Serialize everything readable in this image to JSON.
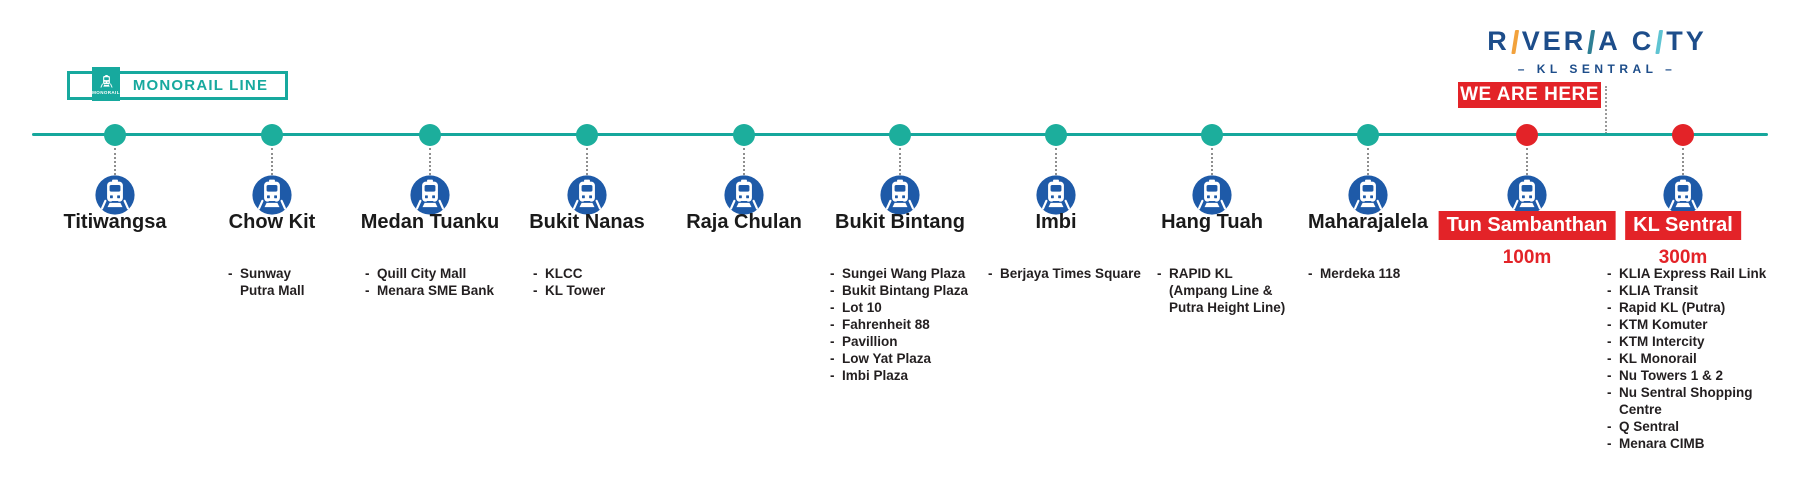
{
  "badge": {
    "label": "MONORAIL LINE",
    "icon_caption": "MONORAIL"
  },
  "logo": {
    "letters": [
      "R",
      "VER",
      "A",
      "C",
      "TY"
    ],
    "subtitle": "– KL SENTRAL –"
  },
  "here_label": "WE ARE HERE",
  "colors": {
    "accent_teal": "#16a79c",
    "highlight_red": "#e32328",
    "logo_navy": "#1d4d8a",
    "logo_bar_orange": "#f2a23c",
    "logo_bar_blue": "#2e7f94",
    "logo_bar_light_teal": "#5fc4d2",
    "station_icon_blue": "#1e5aa8"
  },
  "stations": [
    {
      "name": "Titiwangsa",
      "dot": "teal",
      "places": []
    },
    {
      "name": "Chow Kit",
      "dot": "teal",
      "places": [
        "Sunway\nPutra Mall"
      ]
    },
    {
      "name": "Medan Tuanku",
      "dot": "teal",
      "places": [
        "Quill City Mall",
        "Menara SME Bank"
      ]
    },
    {
      "name": "Bukit Nanas",
      "dot": "teal",
      "places": [
        "KLCC",
        "KL Tower"
      ]
    },
    {
      "name": "Raja Chulan",
      "dot": "teal",
      "places": []
    },
    {
      "name": "Bukit Bintang",
      "dot": "teal",
      "places": [
        "Sungei Wang Plaza",
        "Bukit Bintang Plaza",
        "Lot 10",
        "Fahrenheit 88",
        "Pavillion",
        "Low Yat Plaza",
        "Imbi Plaza"
      ]
    },
    {
      "name": "Imbi",
      "dot": "teal",
      "places": [
        "Berjaya Times Square"
      ]
    },
    {
      "name": "Hang Tuah",
      "dot": "teal",
      "places": [
        "RAPID KL\n(Ampang Line &\nPutra Height Line)"
      ]
    },
    {
      "name": "Maharajalela",
      "dot": "teal",
      "places": [
        "Merdeka 118"
      ]
    },
    {
      "name": "Tun Sambanthan",
      "dot": "red",
      "highlighted": true,
      "distance": "100m",
      "places": []
    },
    {
      "name": "KL Sentral",
      "dot": "red",
      "highlighted": true,
      "distance": "300m",
      "places": [
        "KLIA Express Rail Link",
        "KLIA Transit",
        "Rapid KL (Putra)",
        "KTM Komuter",
        "KTM Intercity",
        "KL Monorail",
        "Nu Towers 1 & 2",
        "Nu Sentral Shopping\nCentre",
        "Q Sentral",
        "Menara CIMB"
      ]
    }
  ]
}
